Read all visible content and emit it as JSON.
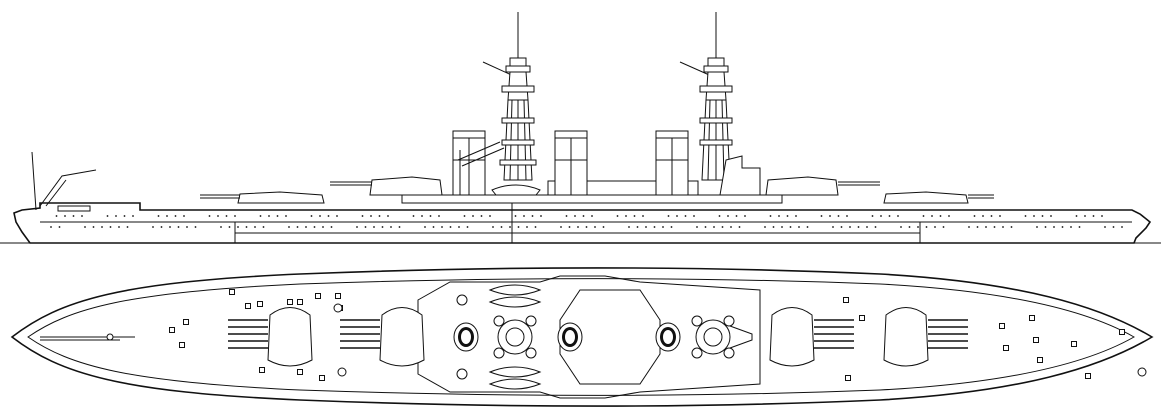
{
  "drawing": {
    "subject": "battleship",
    "views": [
      "profile",
      "plan"
    ],
    "line_color": "#111111",
    "background": "#ffffff"
  }
}
